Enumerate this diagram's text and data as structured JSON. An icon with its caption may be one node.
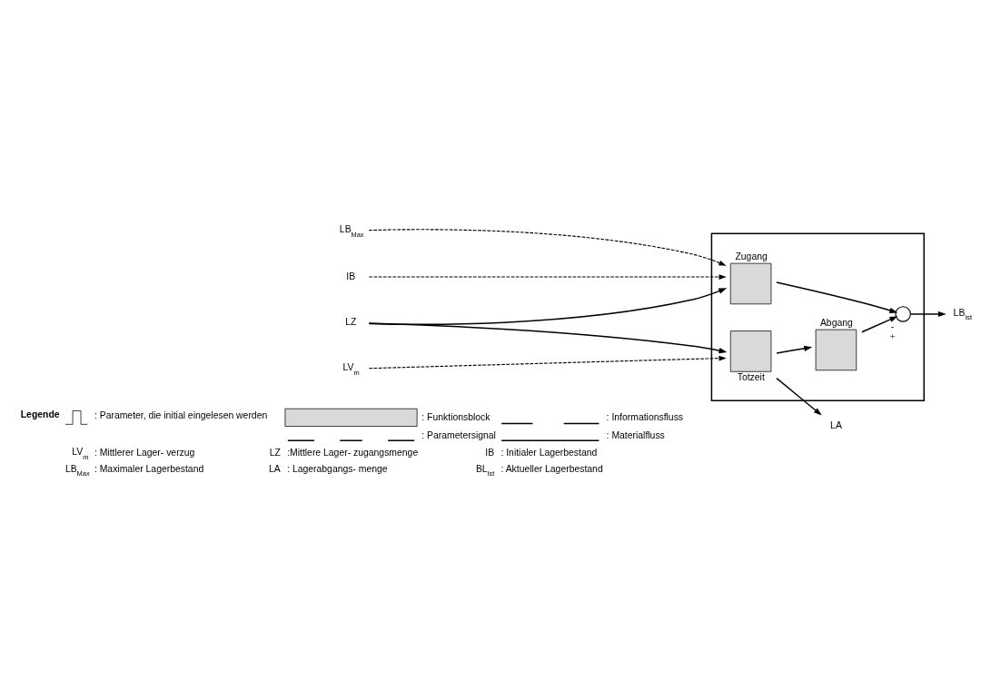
{
  "diagram": {
    "nodes": [
      {
        "text": [],
        "shape": "box"
      },
      {
        "text": [
          "LV$_{m}$"
        ]
      },
      {
        "text": [
          "LZ"
        ]
      },
      {
        "text": [
          "Totzeit"
        ],
        "in": 0
      },
      {
        "text": [
          "LA"
        ]
      },
      {
        "text": [
          "Abgang"
        ],
        "in": 0
      },
      {
        "text": [
          "Zugang"
        ],
        "in": 0
      },
      {
        "text": [],
        "shape": "circle",
        "in": 0,
        "beside": [
          "-",
          "+"
        ]
      },
      {
        "text": [
          "IB"
        ]
      },
      {
        "text": [
          "LB$_{Max}$"
        ]
      },
      {
        "text": [
          "LB$_{Ist}$"
        ]
      }
    ],
    "edges": [
      {
        "from": 1,
        "to": 3,
        "arrow": "to",
        "style": "dashed"
      },
      {
        "from": 2,
        "to": 3,
        "arrow": "to"
      },
      {
        "from": 2,
        "to": 6,
        "arrow": "to"
      },
      {
        "from": 3,
        "to": 4,
        "arrow": "to"
      },
      {
        "from": 3,
        "to": 5,
        "arrow": "to"
      },
      {
        "from": 5,
        "to": 7,
        "arrow": "to"
      },
      {
        "from": 6,
        "to": 7,
        "arrow": "to"
      },
      {
        "from": 7,
        "to": 10,
        "arrow": "to"
      },
      {
        "from": 8,
        "to": 6,
        "arrow": "to",
        "style": "dashed"
      },
      {
        "from": 9,
        "to": 6,
        "arrow": "to",
        "style": "dashed"
      }
    ],
    "labels": [
      "Legende",
      "LV$_{m}$",
      ": Mittlerer Lager- verzug",
      "LZ",
      ":Mittlere Lager- zugangsmenge",
      "IB",
      ": Initialer Lagerbestand",
      "LB$_{Max}$",
      ": Maximaler Lagerbestand",
      "LA",
      ": Lagerabgangs- menge",
      "BL$_{Ist}$",
      ": Aktueller Lagerbestand"
    ],
    "legend": [
      {
        "text": ": Parameter, die initial eingelesen werden"
      },
      {
        "text": ": Funktionsblock",
        "color": "#d9d9d9"
      },
      {
        "text": ": Informationsfluss"
      },
      {
        "text": ": Parametersignal"
      },
      {
        "text": ": Materialfluss"
      }
    ]
  }
}
